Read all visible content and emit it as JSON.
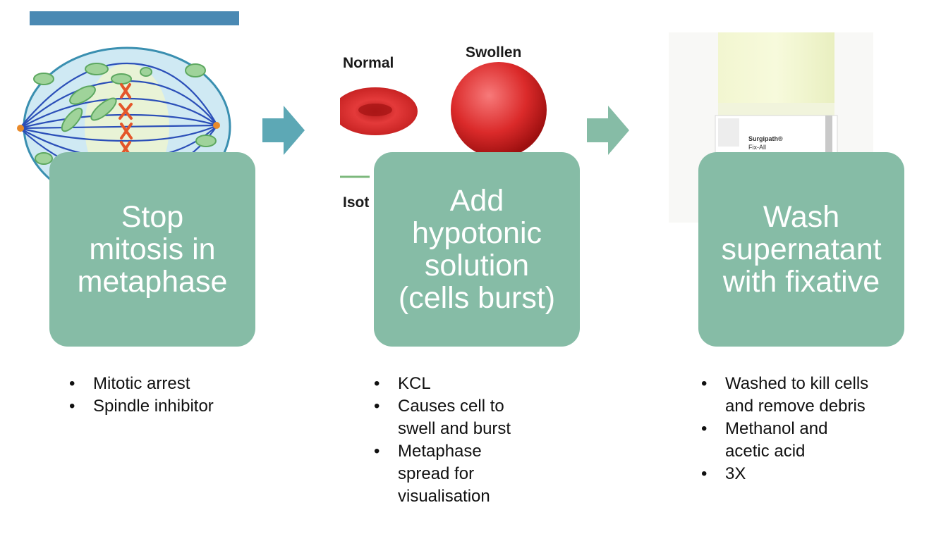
{
  "steps": [
    {
      "title_lines": [
        "Stop",
        "mitosis in",
        "metaphase"
      ],
      "bullets": [
        "Mitotic arrest",
        "Spindle inhibitor"
      ]
    },
    {
      "title_lines": [
        "Add",
        "hypotonic",
        "solution",
        "(cells burst)"
      ],
      "bullets": [
        "KCL",
        "Causes cell to swell and burst",
        "Metaphase spread for visualisation"
      ]
    },
    {
      "title_lines": [
        "Wash",
        "supernatant",
        "with fixative"
      ],
      "bullets": [
        "Washed to kill cells and remove debris",
        "Methanol and acetic acid",
        "3X"
      ]
    }
  ],
  "blood_cell_image": {
    "normal_label": "Normal",
    "swollen_label": "Swollen",
    "partial_label": "Isot"
  },
  "fixative_bottle": {
    "brand": "Surgipath®",
    "product": "Fix-All"
  },
  "colors": {
    "box": "#86bca6",
    "arrow_1": "#5da8b5",
    "arrow_2": "#86bca6",
    "top_bar": "#4a89b3"
  },
  "icons": [
    "right-arrow-icon",
    "right-arrow-icon"
  ]
}
